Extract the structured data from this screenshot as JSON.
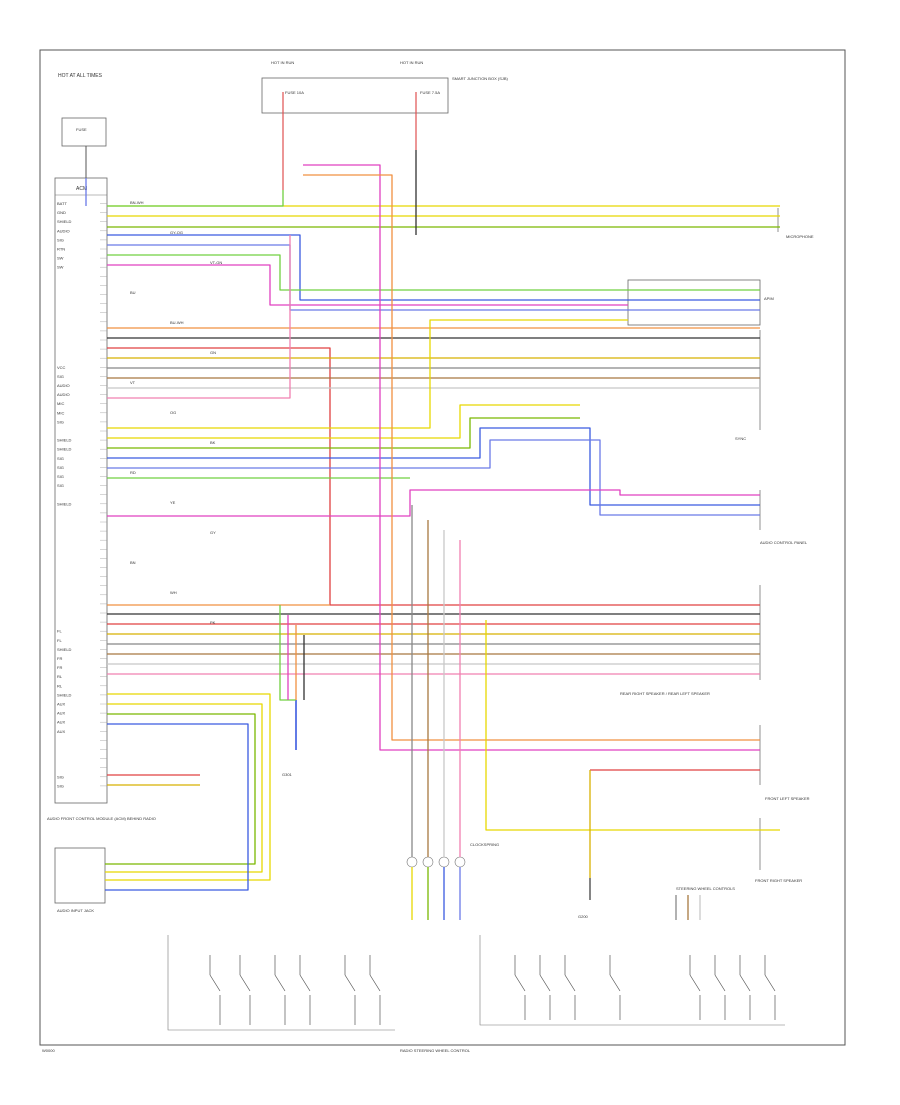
{
  "page": {
    "footer_left": "W0000",
    "footer_center": "RADIO STEERING WHEEL CONTROL"
  },
  "components": {
    "hot_fuse": {
      "title": "HOT AT ALL TIMES",
      "fuse": "FUSE"
    },
    "fuse_box": {
      "left_title": "HOT IN RUN",
      "right_title": "HOT IN RUN",
      "left_fuse": "FUSE 10A",
      "right_fuse": "FUSE 7.5A",
      "caption": "SMART JUNCTION BOX (SJB)"
    },
    "acm": {
      "title": "ACM",
      "caption": "AUDIO FRONT CONTROL MODULE (ACM) BEHIND RADIO"
    },
    "aux": {
      "caption": "AUDIO INPUT JACK"
    },
    "microphone": {
      "caption": "MICROPHONE"
    },
    "apim": {
      "caption": "APIM"
    },
    "sync": {
      "caption": "SYNC"
    },
    "audio_control": {
      "caption": "AUDIO CONTROL PANEL"
    },
    "rear_speakers": {
      "caption": "REAR RIGHT SPEAKER / REAR LEFT SPEAKER"
    },
    "front_left_speaker": {
      "caption": "FRONT LEFT SPEAKER"
    },
    "front_right_speaker": {
      "caption": "FRONT RIGHT SPEAKER"
    },
    "clockspring": {
      "caption": "CLOCKSPRING"
    },
    "ground_left": {
      "caption": "G301"
    },
    "ground_right": {
      "caption": "G200"
    },
    "steering_switch": {
      "caption": "STEERING WHEEL CONTROLS"
    }
  },
  "acm_pins": [
    "BATT",
    "GND",
    "SHIELD",
    "AUDIO",
    "SIG",
    "RTN",
    "SW",
    "SW",
    "",
    "",
    "",
    "",
    "",
    "",
    "",
    "",
    "",
    "",
    "VCC",
    "SIG",
    "AUDIO",
    "AUDIO",
    "MIC",
    "MIC",
    "SIG",
    "",
    "SHIELD",
    "SHIELD",
    "SIG",
    "SIG",
    "SIG",
    "SIG",
    "",
    "SHIELD",
    "",
    "",
    "",
    "",
    "",
    "",
    "",
    "",
    "",
    "",
    "",
    "",
    "",
    "FL",
    "FL",
    "SHIELD",
    "FR",
    "FR",
    "RL",
    "RL",
    "SHIELD",
    "AUX",
    "AUX",
    "AUX",
    "AUX",
    "",
    "",
    "",
    "",
    "SIG",
    "SIG"
  ],
  "wires": [
    {
      "label": "BN-WH",
      "color": "#e8d800"
    },
    {
      "label": "GY-OG",
      "color": "#e8d800"
    },
    {
      "label": "VT-GN",
      "color": "#7ab800"
    },
    {
      "label": "BU",
      "color": "#3a5ae0"
    },
    {
      "label": "BU-WH",
      "color": "#6a7ae8"
    },
    {
      "label": "GN",
      "color": "#70d040"
    },
    {
      "label": "VT",
      "color": "#e040c0"
    },
    {
      "label": "OG",
      "color": "#f09040"
    },
    {
      "label": "BK",
      "color": "#333333"
    },
    {
      "label": "RD",
      "color": "#e04040"
    },
    {
      "label": "YE",
      "color": "#d8b000"
    },
    {
      "label": "GY",
      "color": "#888888"
    },
    {
      "label": "BN",
      "color": "#a87840"
    },
    {
      "label": "WH",
      "color": "#c8c8c8"
    },
    {
      "label": "PK",
      "color": "#f080b0"
    }
  ]
}
